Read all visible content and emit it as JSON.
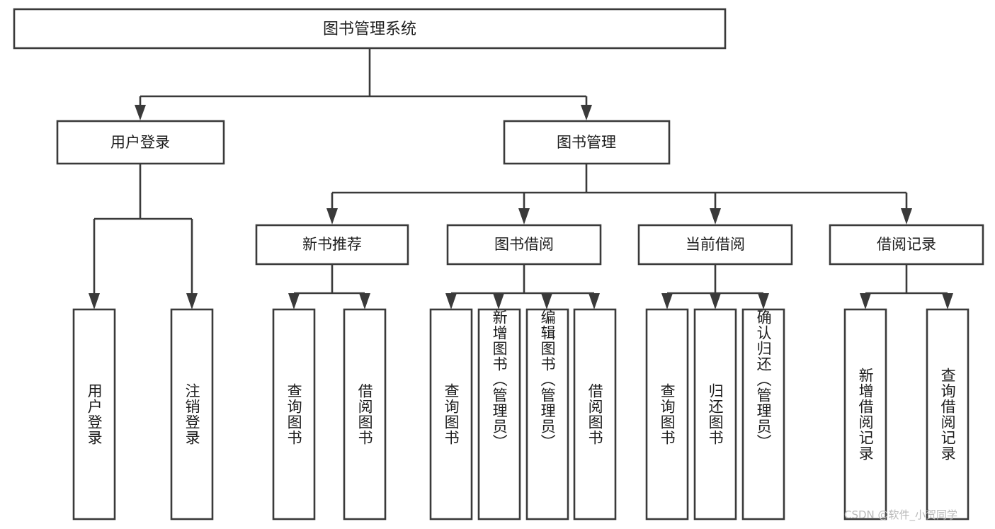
{
  "diagram": {
    "type": "tree-hierarchy",
    "title": "图书管理系统",
    "orientation": "top-down",
    "colors": {
      "box_stroke": "#3a3a3a",
      "box_fill": "#ffffff",
      "text": "#1d1d1d",
      "background": "#ffffff",
      "watermark": "#b9b9b9"
    },
    "root": {
      "label": "图书管理系统"
    },
    "level2": [
      {
        "label": "用户登录"
      },
      {
        "label": "图书管理"
      }
    ],
    "level3": [
      {
        "label": "新书推荐"
      },
      {
        "label": "图书借阅"
      },
      {
        "label": "当前借阅"
      },
      {
        "label": "借阅记录"
      }
    ],
    "leaves": {
      "user_login": [
        {
          "label": "用户登录"
        },
        {
          "label": "注销登录"
        }
      ],
      "new_book_recommend": [
        {
          "label": "查询图书"
        },
        {
          "label": "借阅图书"
        }
      ],
      "book_borrow": [
        {
          "label": "查询图书"
        },
        {
          "label": "新增图书（管理员）"
        },
        {
          "label": "编辑图书（管理员）"
        },
        {
          "label": "借阅图书"
        }
      ],
      "current_borrow": [
        {
          "label": "查询图书"
        },
        {
          "label": "归还图书"
        },
        {
          "label": "确认归还（管理员）"
        }
      ],
      "borrow_record": [
        {
          "label": "新增借阅记录"
        },
        {
          "label": "查询借阅记录"
        }
      ]
    }
  },
  "watermark": {
    "text": "CSDN @软件_小贺同学"
  }
}
